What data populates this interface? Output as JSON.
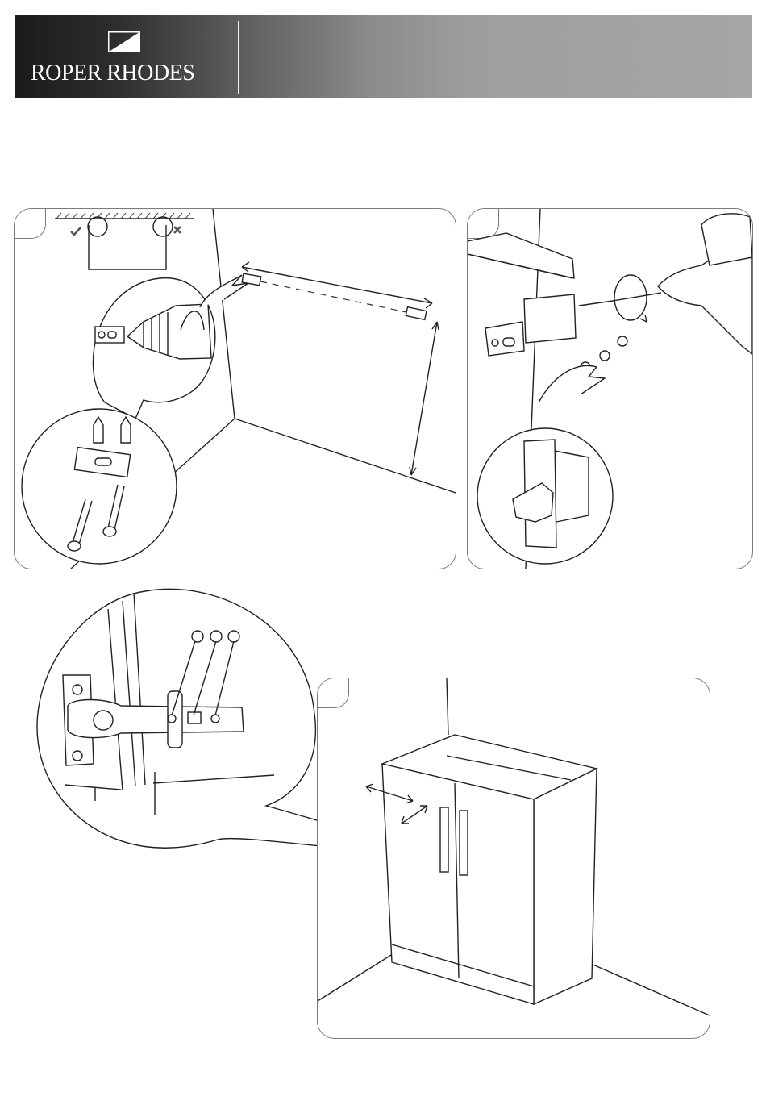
{
  "header": {
    "brand_name": "ROPER RHODES",
    "logo_icon": "roper-rhodes-logo-mark",
    "background_gradient": [
      "#1b1b1b",
      "#a6a6a6"
    ]
  },
  "panels": [
    {
      "id": "wall-bracket-step",
      "icons": [
        "tick-icon",
        "cross-icon",
        "drill-icon",
        "wall-plug-icon",
        "screw-icon",
        "hanging-bracket-icon"
      ]
    },
    {
      "id": "bracket-adjust-step",
      "icons": [
        "screwdriver-icon",
        "rotate-arrow-icon",
        "bracket-closeup-icon"
      ]
    },
    {
      "id": "door-hinge-adjust-step",
      "icons": [
        "hinge-icon",
        "double-arrow-icon",
        "vanity-unit-icon"
      ]
    }
  ]
}
